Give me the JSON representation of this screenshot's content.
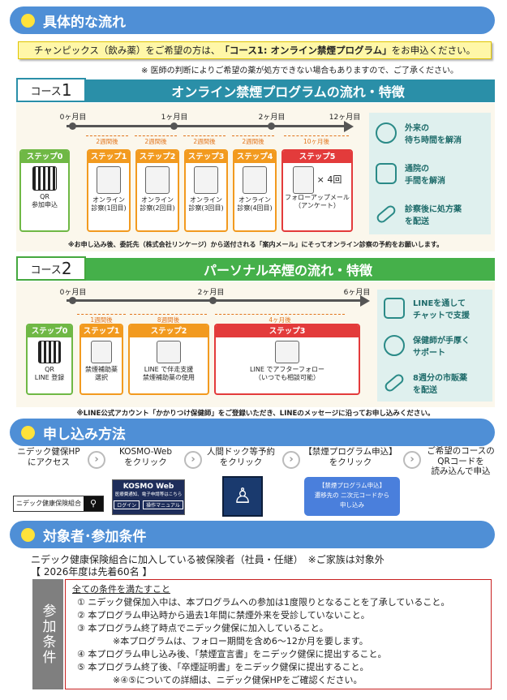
{
  "sections": {
    "flow": "具体的な流れ",
    "apply": "申し込み方法",
    "target": "対象者･参加条件"
  },
  "notice_html_pre": "チャンピックス（飲み薬）をご希望の方は、",
  "notice_strong": "「コース1: オンライン禁煙プログラム」",
  "notice_post": "をお申込ください。",
  "note_doctor": "※ 医師の判断によりご希望の薬が処方できない場合もありますので、ご了承ください。",
  "course1": {
    "label_pre": "コース",
    "label_num": "1",
    "title": "オンライン禁煙プログラムの流れ・特徴",
    "ticks": [
      "0ヶ月目",
      "1ヶ月目",
      "2ヶ月目",
      "12ヶ月目"
    ],
    "weeks": [
      "2週間後",
      "2週間後",
      "2週間後",
      "2週間後",
      "10ヶ月後"
    ],
    "steps": [
      {
        "h": "ステップ0",
        "b1": "QR",
        "b2": "参加申込"
      },
      {
        "h": "ステップ1",
        "b1": "オンライン",
        "b2": "診察(1回目)"
      },
      {
        "h": "ステップ2",
        "b1": "オンライン",
        "b2": "診察(2回目)"
      },
      {
        "h": "ステップ3",
        "b1": "オンライン",
        "b2": "診察(3回目)"
      },
      {
        "h": "ステップ4",
        "b1": "オンライン",
        "b2": "診察(4回目)"
      },
      {
        "h": "ステップ5",
        "b1": "フォローアップメール",
        "b2": "（アンケート）",
        "x": "× 4回"
      }
    ],
    "features": [
      {
        "icon": "clock-icon",
        "l1": "外来の",
        "l2": "待ち時間を解消"
      },
      {
        "icon": "car-icon",
        "l1": "通院の",
        "l2": "手間を解消"
      },
      {
        "icon": "pill-icon",
        "l1": "診察後に処方薬",
        "l2": "を配送"
      }
    ],
    "footnote": "※お申し込み後、委託先（株式会社リンケージ）から送付される「案内メール」にそってオンライン診察の予約をお願いします。"
  },
  "course2": {
    "label_pre": "コース",
    "label_num": "2",
    "title": "パーソナル卒煙の流れ・特徴",
    "ticks": [
      "0ヶ月目",
      "2ヶ月目",
      "6ヶ月目"
    ],
    "weeks": [
      "1週間後",
      "8週間後",
      "4ヶ月後"
    ],
    "steps": [
      {
        "h": "ステップ0",
        "b1": "QR",
        "b2": "LINE 登録"
      },
      {
        "h": "ステップ1",
        "b1": "禁煙補助薬",
        "b2": "選択"
      },
      {
        "h": "ステップ2",
        "b1": "LINE で伴走支援",
        "b2": "禁煙補助薬の使用"
      },
      {
        "h": "ステップ3",
        "b1": "LINE でアフターフォロー",
        "b2": "（いつでも相談可能）"
      }
    ],
    "features": [
      {
        "icon": "line-chat-icon",
        "l1": "LINEを通して",
        "l2": "チャットで支援"
      },
      {
        "icon": "nurse-icon",
        "l1": "保健師が手厚く",
        "l2": "サポート"
      },
      {
        "icon": "pill-icon",
        "l1": "8週分の市販薬",
        "l2": "を配送"
      }
    ],
    "footnote": "※LINE公式アカウント「かかりつけ保健師」をご登録いただき、LINEのメッセージに沿ってお申し込みください。"
  },
  "apply_steps": [
    {
      "l1": "ニデック健保HP",
      "l2": "にアクセス"
    },
    {
      "l1": "KOSMO-Web",
      "l2": "をクリック"
    },
    {
      "l1": "人間ドック等予約",
      "l2": "をクリック"
    },
    {
      "l1": "【禁煙プログラム申込】",
      "l2": "をクリック"
    },
    {
      "l1": "ご希望のコースの",
      "l2": "QRコードを",
      "l3": "読み込んで申込"
    }
  ],
  "search_text": "ニデック健康保険組合",
  "kosmo": {
    "title": "KOSMO Web",
    "sub": "医療費通知、電子申請等はこちら",
    "btn1": "ログイン",
    "btn2": "操作マニュアル"
  },
  "kinen_btn": {
    "l1": "【禁煙プログラム申込】",
    "l2": "遷移先の 二次元コードから",
    "l3": "申し込み"
  },
  "target_line1": "ニデック健康保険組合に加入している被保険者（社員・任継）　※ご家族は対象外",
  "target_line2": "【 2026年度は先着60名 】",
  "cond_label": "参加条件",
  "cond_title": "全ての条件を満たすこと",
  "conds": [
    "① ニデック健保加入中は、本プログラムへの参加は1度限りとなることを了承していること。",
    "② 本プログラム申込時から過去1年間に禁煙外来を受診していないこと。",
    "③ 本プログラム終了時点でニデック健保に加入していること。",
    "※本プログラムは、フォロー期間を含め6～12か月を要します。",
    "④ 本プログラム申し込み後、「禁煙宣言書」をニデック健保に提出すること。",
    "⑤ 本プログラム終了後、「卒煙証明書」をニデック健保に提出すること。",
    "※④⑤についての詳細は、ニデック健保HPをご確認ください。"
  ]
}
